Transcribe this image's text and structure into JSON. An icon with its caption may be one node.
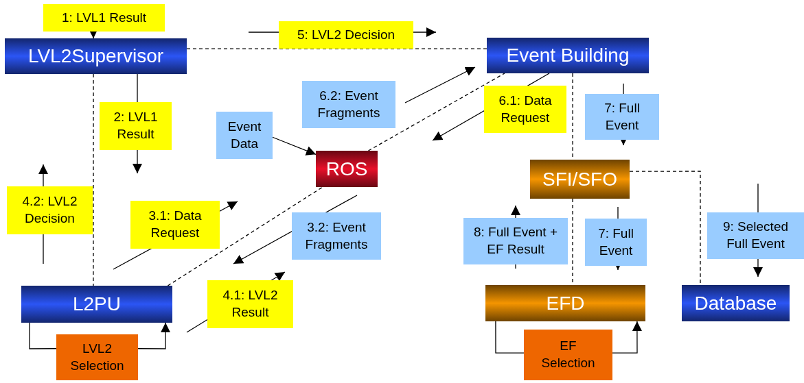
{
  "diagram": {
    "nodes": [
      {
        "text": [
          "1: LVL1 Result"
        ]
      },
      {
        "text": [
          "LVL2Supervisor"
        ]
      },
      {
        "text": [
          "5: LVL2 Decision"
        ]
      },
      {
        "text": [
          "Event Building"
        ]
      },
      {
        "text": [
          "2: LVL1 Result"
        ]
      },
      {
        "text": [
          "6.2: Event Fragments"
        ]
      },
      {
        "text": [
          "6.1: Data Request"
        ]
      },
      {
        "text": [
          "7: Full Event"
        ]
      },
      {
        "text": [
          "Event Data"
        ]
      },
      {
        "text": [
          "ROS"
        ]
      },
      {
        "text": [
          "SFI/SFO"
        ]
      },
      {
        "text": [
          "4.2: LVL2 Decision"
        ]
      },
      {
        "text": [
          "3.1: Data Request"
        ]
      },
      {
        "text": [
          "3.2: Event Fragments"
        ]
      },
      {
        "text": [
          "8: Full Event + EF Result"
        ]
      },
      {
        "text": [
          "7: Full Event"
        ]
      },
      {
        "text": [
          "9: Selected Full Event"
        ]
      },
      {
        "text": [
          "L2PU"
        ]
      },
      {
        "text": [
          "4.1: LVL2 Result"
        ]
      },
      {
        "text": [
          "EFD"
        ]
      },
      {
        "text": [
          "Database"
        ]
      },
      {
        "text": [
          "LVL2 Selection"
        ]
      },
      {
        "text": [
          "EF Selection"
        ]
      }
    ],
    "edges": [
      {
        "from": 0,
        "to": 1,
        "arrow": "to"
      },
      {
        "from": 1,
        "to": 3,
        "arrow": "none",
        "style": "dashed"
      },
      {
        "from": 1,
        "to": 17,
        "arrow": "none",
        "style": "dashed"
      },
      {
        "from": 9,
        "to": 3,
        "arrow": "none",
        "style": "dashed"
      },
      {
        "from": 17,
        "to": 9,
        "arrow": "none",
        "style": "dashed"
      },
      {
        "from": 3,
        "to": 10,
        "arrow": "none",
        "style": "dashed"
      },
      {
        "from": 10,
        "to": 19,
        "arrow": "none",
        "style": "dashed"
      },
      {
        "from": 10,
        "to": 20,
        "arrow": "none",
        "style": "dashed"
      },
      {
        "from": 8,
        "to": 9,
        "arrow": "to"
      },
      {
        "from": 17,
        "to": 21,
        "arrow": "none"
      },
      {
        "from": 21,
        "to": 17,
        "arrow": "to"
      },
      {
        "from": 19,
        "to": 22,
        "arrow": "none"
      },
      {
        "from": 22,
        "to": 19,
        "arrow": "to"
      }
    ]
  }
}
